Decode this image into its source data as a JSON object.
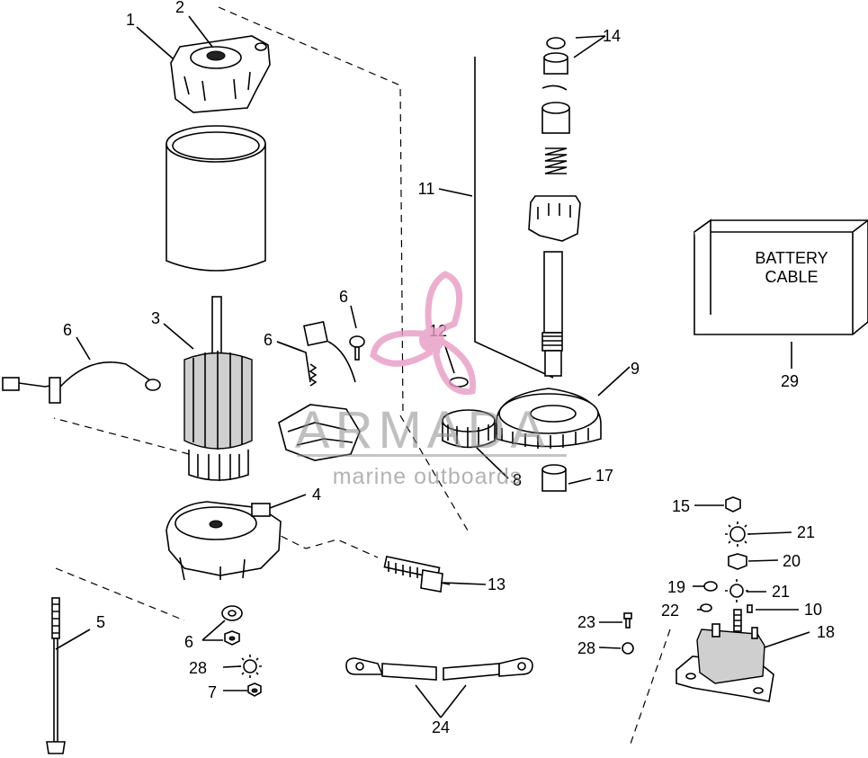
{
  "callouts": {
    "c1": "1",
    "c2": "2",
    "c3": "3",
    "c4": "4",
    "c5": "5",
    "c6a": "6",
    "c6b": "6",
    "c6c": "6",
    "c6d": "6",
    "c7": "7",
    "c8": "8",
    "c9": "9",
    "c10": "10",
    "c11": "11",
    "c12": "12",
    "c13": "13",
    "c14": "14",
    "c15": "15",
    "c17": "17",
    "c18": "18",
    "c19": "19",
    "c20": "20",
    "c21a": "21",
    "c21b": "21",
    "c22": "22",
    "c23": "23",
    "c24": "24",
    "c28a": "28",
    "c28b": "28",
    "c29": "29"
  },
  "battery": {
    "line1": "BATTERY",
    "line2": "CABLE"
  },
  "watermark": {
    "title": "ARMADA",
    "subtitle": "marine outboards"
  },
  "colors": {
    "ink": "#000000",
    "watermark_pink": "#e89ac4",
    "watermark_gray": "#8a8a8a"
  }
}
